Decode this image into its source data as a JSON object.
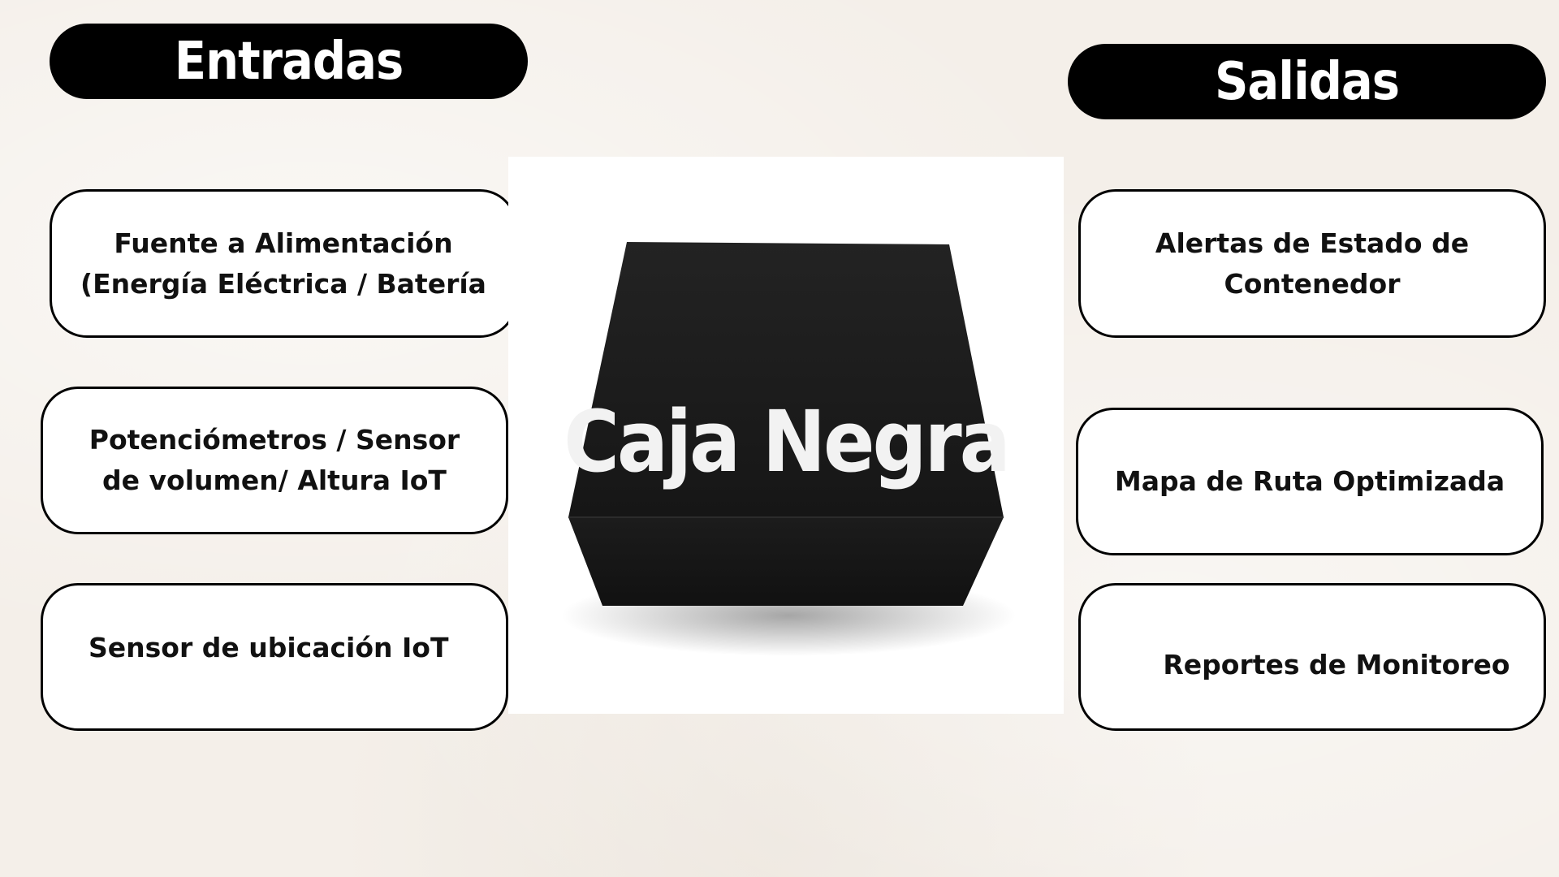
{
  "inputs": {
    "header": "Entradas",
    "items": [
      "Fuente a Alimentación\n(Energía Eléctrica / Batería",
      "Potenciómetros / Sensor\nde volumen/ Altura  IoT",
      "Sensor de ubicación IoT"
    ]
  },
  "center": {
    "label": "Caja Negra",
    "icon": "black-box-image"
  },
  "outputs": {
    "header": "Salidas",
    "items": [
      "Alertas de Estado de\nContenedor",
      "Mapa de Ruta Optimizada",
      "Reportes de Monitoreo"
    ]
  },
  "colors": {
    "background": "#f4efe9",
    "pill": "#000000",
    "box_fill": "#ffffff",
    "box_border": "#000000",
    "cube": "#1a1a1a"
  }
}
